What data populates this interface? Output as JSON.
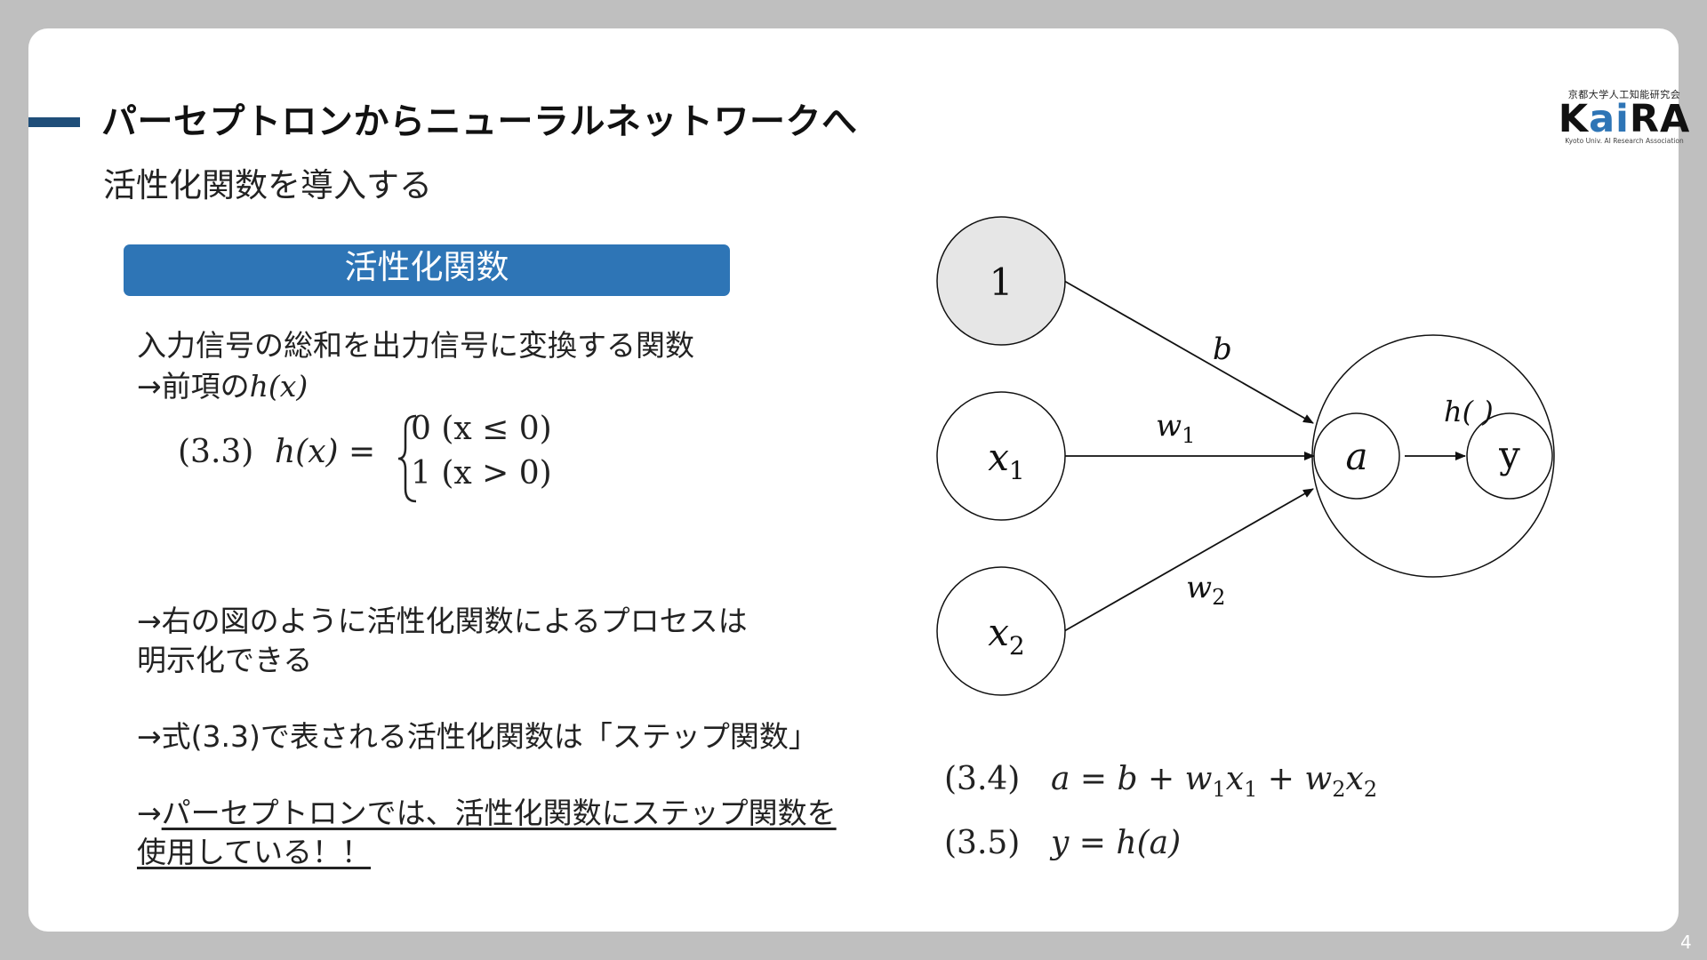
{
  "slide": {
    "title": "パーセプトロンからニューラルネットワークへ",
    "subtitle": "活性化関数を導入する",
    "page_number": "4"
  },
  "logo": {
    "top_text": "京都大学人工知能研究会",
    "main_text_a": "K",
    "main_text_b": "ai",
    "main_text_c": "RA",
    "sub_text": "Kyoto Univ. AI Research Association",
    "accent_color": "#2e75b6"
  },
  "section": {
    "badge_label": "活性化関数",
    "badge_color": "#2e75b6",
    "description_line1": "入力信号の総和を出力信号に変換する関数",
    "description_line2_prefix": "→前項の",
    "description_line2_math": "h(x)",
    "eq_33": {
      "number": "(3.3)",
      "lhs": "h(x) =",
      "case1": "0  (x ≤ 0)",
      "case2": "1  (x > 0)"
    },
    "note1_line1": "→右の図のように活性化関数によるプロセスは",
    "note1_line2": "明示化できる",
    "note2": "→式(3.3)で表される活性化関数は「ステップ関数」",
    "note3_arrow": "→",
    "note3_line1": "パーセプトロンでは、活性化関数にステップ関数を",
    "note3_line2": "使用している！！"
  },
  "diagram": {
    "nodes": {
      "bias": "1",
      "x1": "x",
      "x1_sub": "1",
      "x2": "x",
      "x2_sub": "2",
      "a": "a",
      "y": "y"
    },
    "edges": {
      "b": "b",
      "w1": "w",
      "w1_sub": "1",
      "w2": "w",
      "w2_sub": "2",
      "h": "h( )"
    },
    "bias_fill": "#e6e6e6"
  },
  "equations": {
    "eq_34_number": "(3.4)",
    "eq_35_number": "(3.5)",
    "eq_35_body": "y = h(a)"
  }
}
